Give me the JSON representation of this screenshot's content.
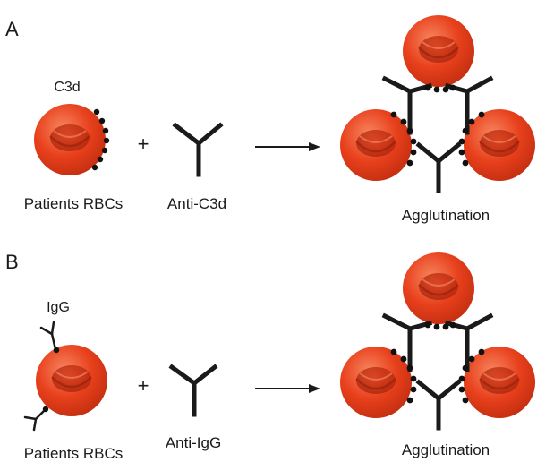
{
  "panel_a": {
    "label": "A",
    "antigen_label": "C3d",
    "cells_label": "Patients RBCs",
    "plus": "+",
    "antibody_label": "Anti-C3d",
    "result_label": "Agglutination"
  },
  "panel_b": {
    "label": "B",
    "antigen_label": "IgG",
    "cells_label": "Patients RBCs",
    "plus": "+",
    "antibody_label": "Anti-IgG",
    "result_label": "Agglutination"
  },
  "colors": {
    "rbc_fill": "#e8401c",
    "rbc_dark": "#b82a10",
    "rbc_highlight": "#f47a55",
    "line": "#1a1a1a"
  }
}
